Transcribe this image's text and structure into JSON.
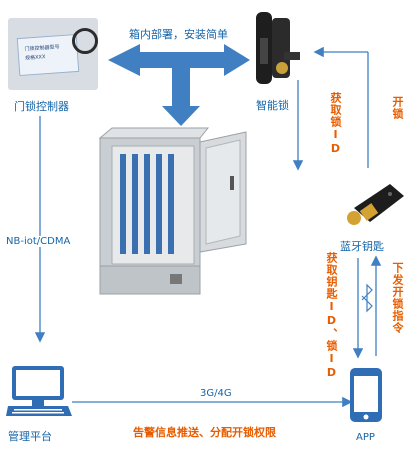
{
  "top_banner": "箱内部署，安装简单",
  "door_controller_label": "门锁控制器",
  "smart_lock_label": "智能锁",
  "bluetooth_key_label": "蓝牙钥匙",
  "network_label": "NB-iot/CDMA",
  "mgmt_platform_label": "管理平台",
  "app_label": "APP",
  "link_3g4g": "3G/4G",
  "alarm_text": "告警信息推送、分配开锁权限",
  "get_lock_id": "获取锁ID",
  "unlock": "开锁",
  "get_key_id": "获取钥匙ID、锁ID",
  "send_unlock_cmd": "下发开锁指令",
  "device_card_text": [
    "门锁控制器型号",
    "规格XXX"
  ],
  "colors": {
    "accent_blue": "#2f6db5",
    "label_blue": "#1565a8",
    "orange": "#e85d00",
    "line_blue": "#3f7fc2",
    "cabinet_gray": "#c9ced2"
  }
}
